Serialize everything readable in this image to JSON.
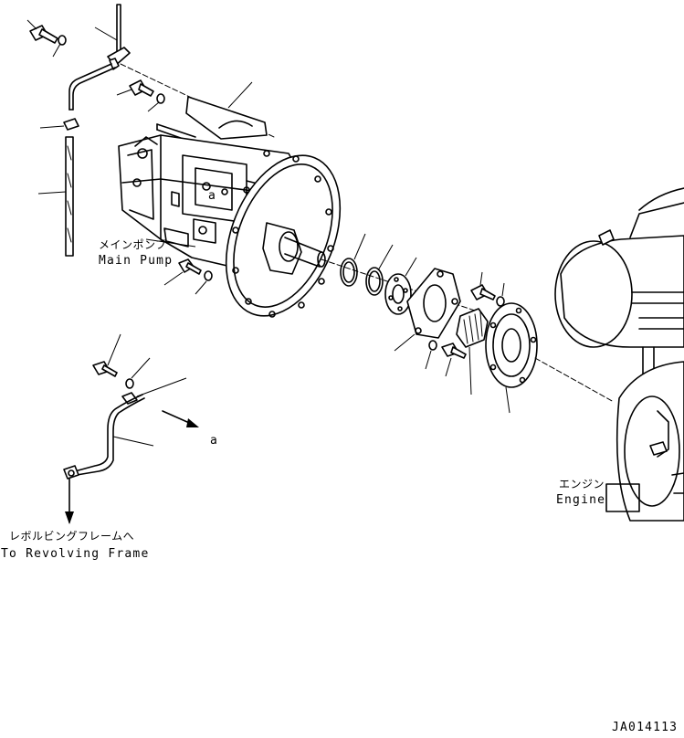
{
  "labels": {
    "main_pump_jp": "メインポンプ",
    "main_pump_en": "Main Pump",
    "engine_jp": "エンジン",
    "engine_en": "Engine",
    "revolving_frame_jp": "レボルビングフレームへ",
    "revolving_frame_en": "To Revolving Frame",
    "view_marker": "a",
    "view_marker_pump": "a",
    "drawing_number": "JA014113"
  }
}
